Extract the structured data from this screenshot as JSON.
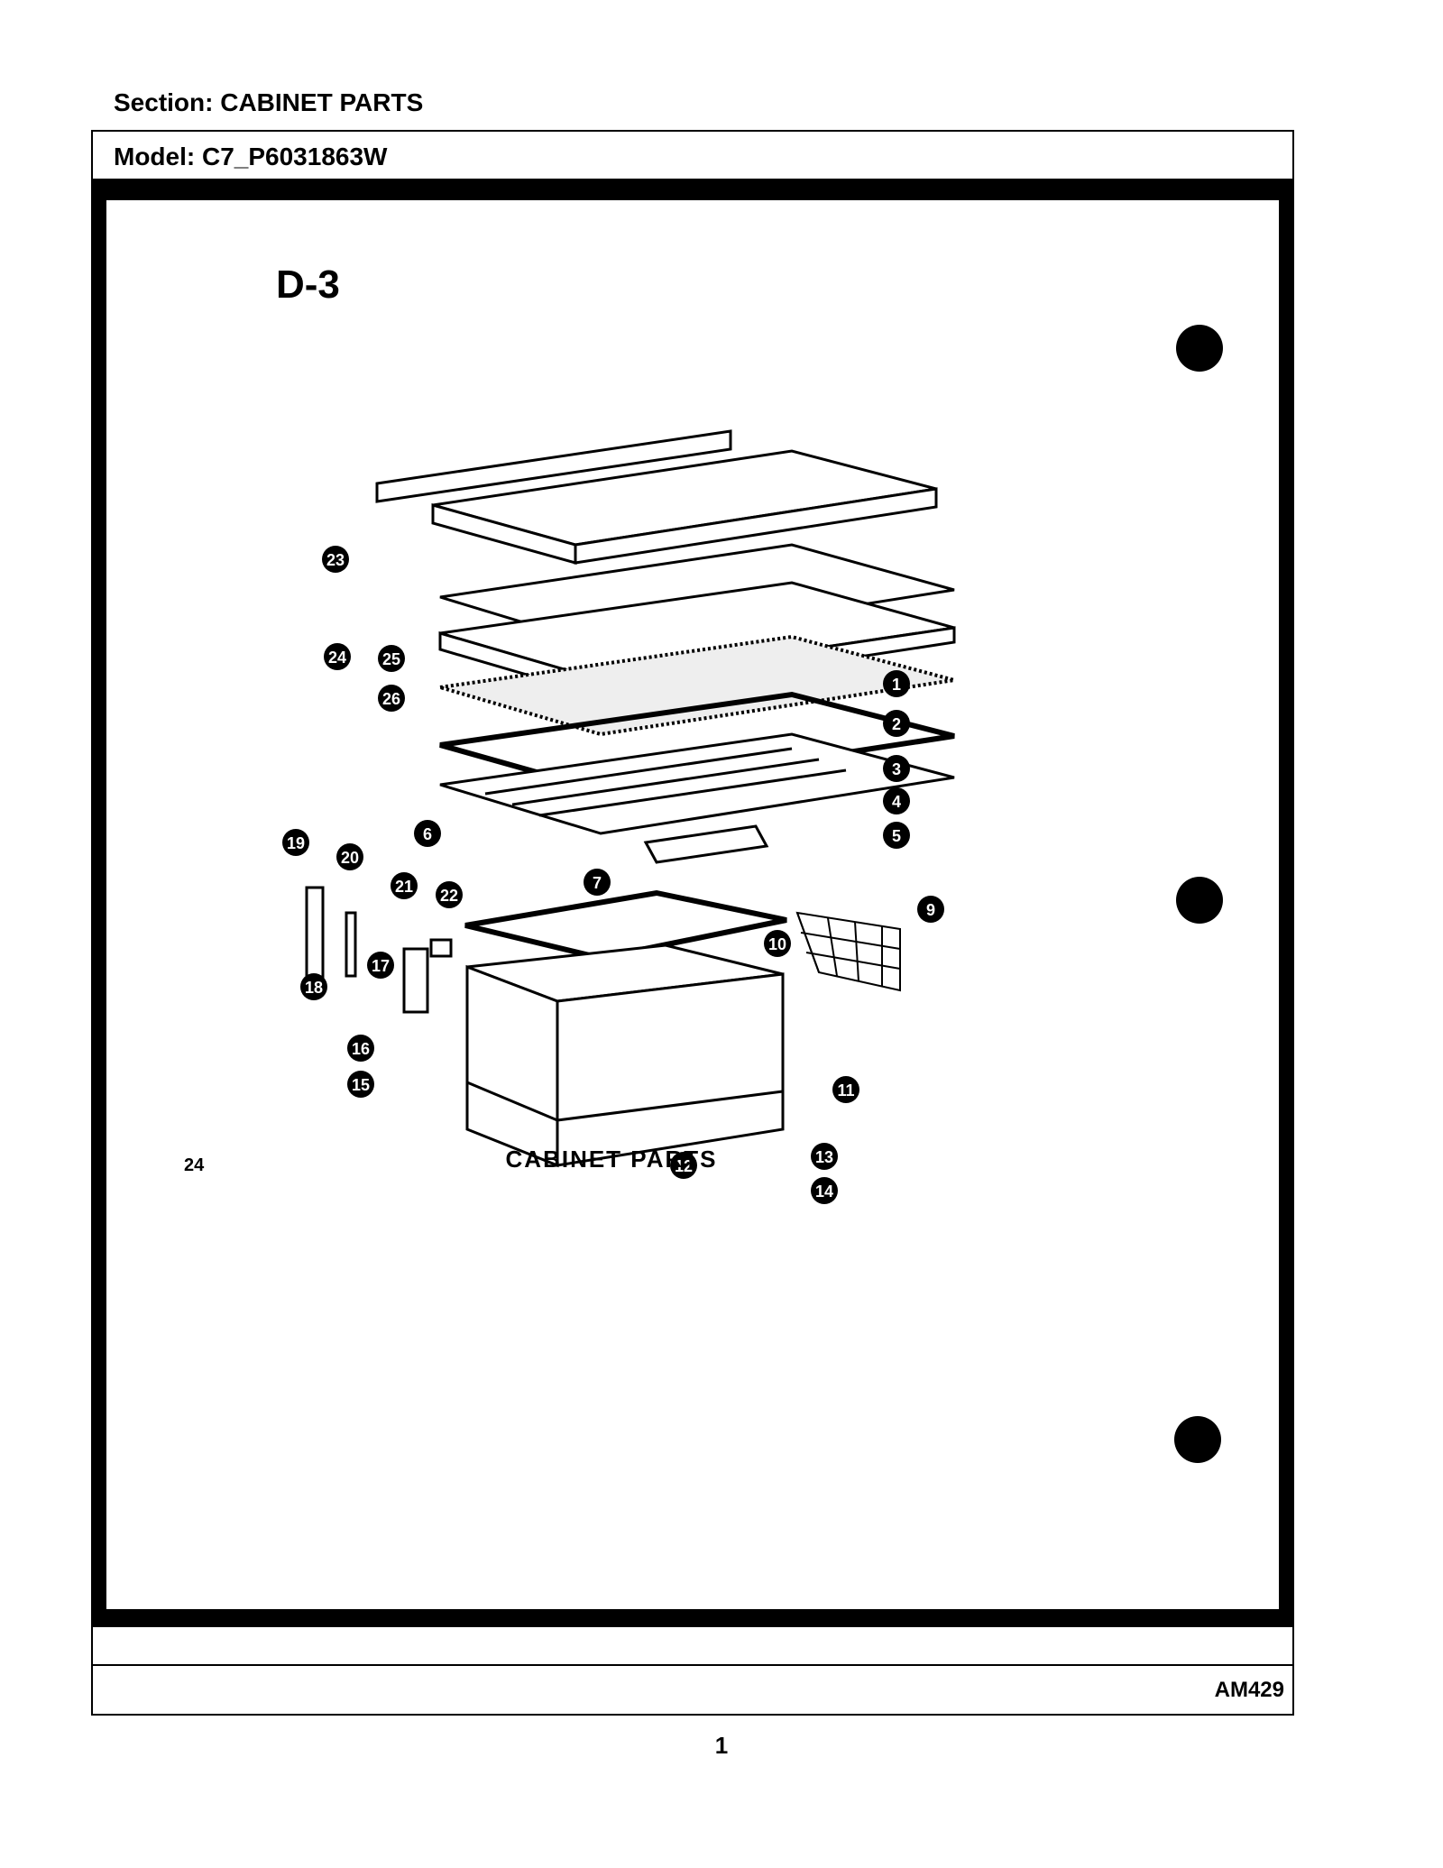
{
  "header": {
    "section": "Section:  CABINET PARTS",
    "model": "Model:  C7_P6031863W"
  },
  "diagram": {
    "figure_id": "D-3",
    "page_number": "24",
    "caption": "CABINET PARTS",
    "callouts": [
      "1",
      "2",
      "3",
      "4",
      "5",
      "6",
      "7",
      "9",
      "10",
      "11",
      "12",
      "13",
      "14",
      "15",
      "16",
      "17",
      "18",
      "19",
      "20",
      "21",
      "22",
      "23",
      "24",
      "25",
      "26"
    ]
  },
  "footer": {
    "code": "AM429",
    "page": "1"
  }
}
